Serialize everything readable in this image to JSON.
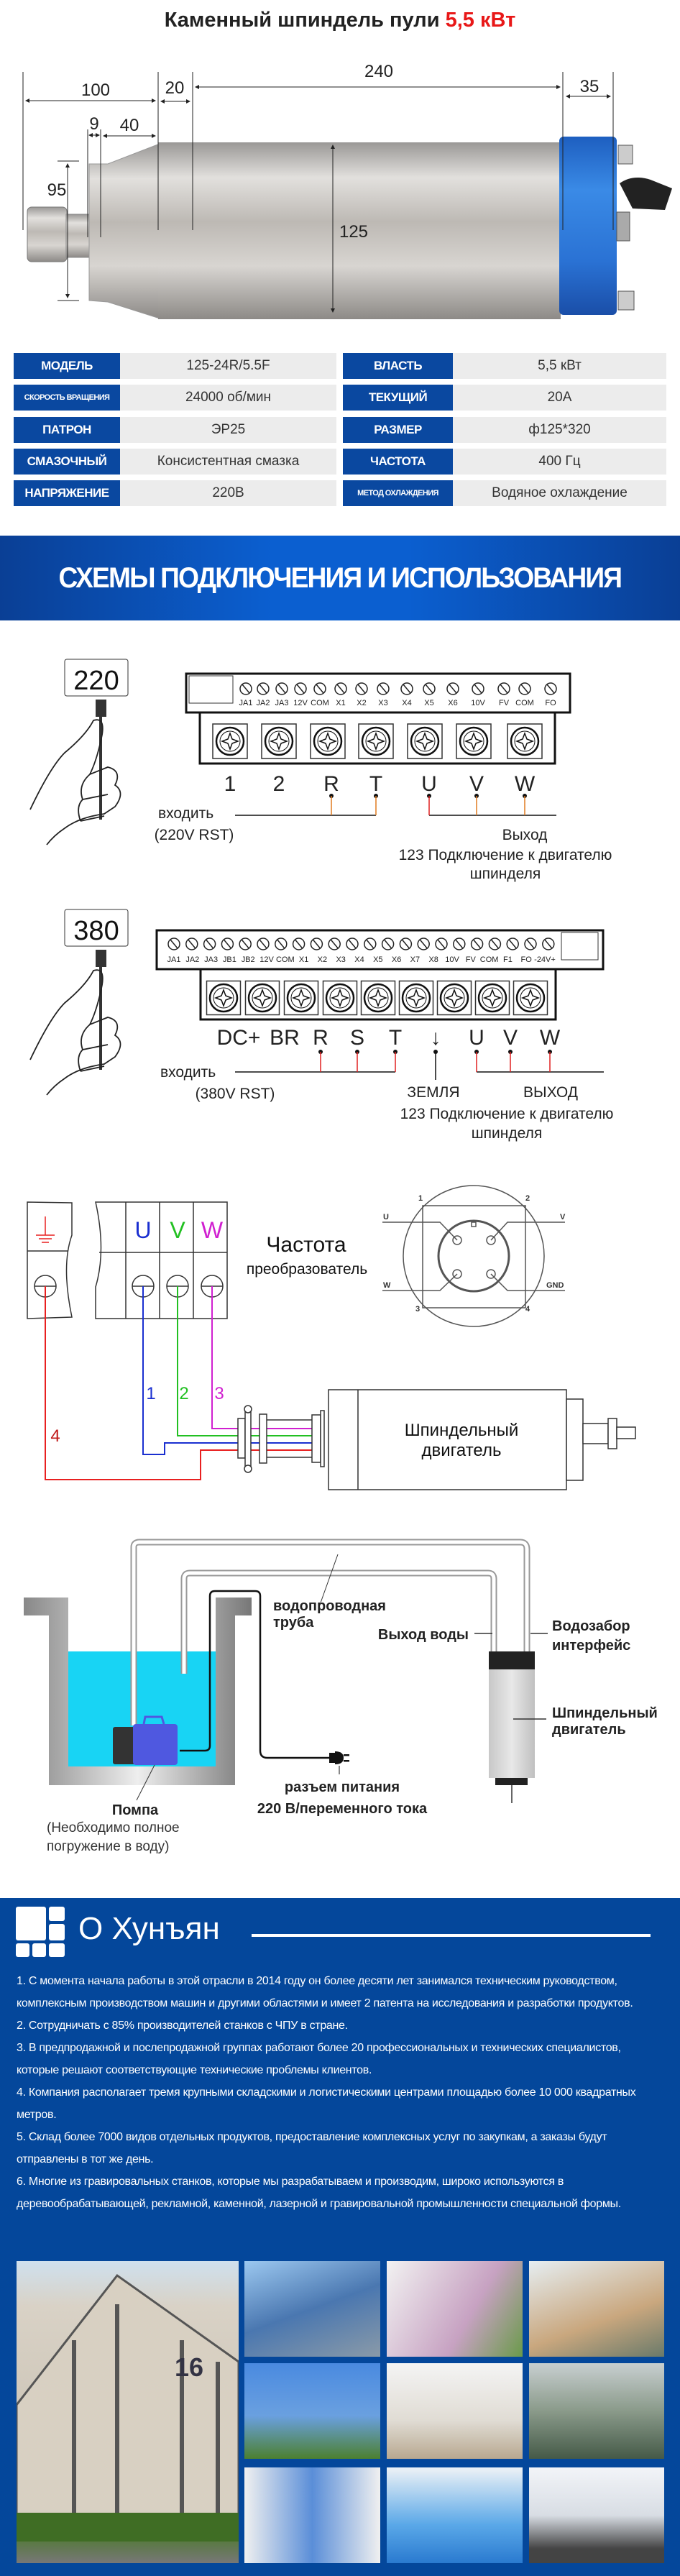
{
  "header": {
    "title_main": "Каменный шпиндель пули",
    "title_power": "5,5 кВт"
  },
  "dimensions": {
    "total_front": "100",
    "flange": "20",
    "body": "240",
    "rear": "35",
    "collet_gap": "9",
    "nose": "40",
    "nose_diameter": "95",
    "body_diameter": "125"
  },
  "specs": [
    {
      "label": "МОДЕЛЬ",
      "value": "125-24R/5.5F",
      "label2": "ВЛАСТЬ",
      "value2": "5,5 кВт"
    },
    {
      "label": "СКОРОСТЬ ВРАЩЕНИЯ",
      "value": "24000 об/мин",
      "label2": "ТЕКУЩИЙ",
      "value2": "20А"
    },
    {
      "label": "ПАТРОН",
      "value": "ЭР25",
      "label2": "РАЗМЕР",
      "value2": "ф125*320"
    },
    {
      "label": "СМАЗОЧНЫЙ",
      "value": "Консистентная смазка",
      "label2": "ЧАСТОТА",
      "value2": "400 Гц"
    },
    {
      "label": "НАПРЯЖЕНИЕ",
      "value": "220В",
      "label2": "МЕТОД ОХЛАЖДЕНИЯ",
      "value2": "Водяное охлаждение"
    }
  ],
  "banner": {
    "text": "СХЕМЫ ПОДКЛЮЧЕНИЯ И ИСПОЛЬЗОВАНИЯ"
  },
  "wiring220": {
    "voltage": "220",
    "small_terminals": [
      "JA1",
      "JA2",
      "JA3",
      "12V",
      "COM",
      "X1",
      "X2",
      "X3",
      "X4",
      "X5",
      "X6",
      "10V",
      "FV",
      "COM",
      "FO"
    ],
    "main_terminals": [
      "1",
      "2",
      "R",
      "T",
      "U",
      "V",
      "W"
    ],
    "input_label": "входить",
    "input_note": "(220V RST)",
    "output_label": "Выход",
    "output_note_1": "123 Подключение к двигателю",
    "output_note_2": "шпинделя"
  },
  "wiring380": {
    "voltage": "380",
    "small_terminals": [
      "JA1",
      "JA2",
      "JA3",
      "JB1",
      "JB2",
      "12V",
      "COM",
      "X1",
      "X2",
      "X3",
      "X4",
      "X5",
      "X6",
      "X7",
      "X8",
      "10V",
      "FV",
      "COM",
      "F1",
      "FO",
      "-24V+"
    ],
    "main_terminals": [
      "DC+",
      "BR",
      "R",
      "S",
      "T",
      "↓",
      "U",
      "V",
      "W"
    ],
    "input_label": "входить",
    "input_note": "(380V RST)",
    "ground_label": "ЗЕМЛЯ",
    "output_label": "ВЫХОД",
    "output_note_1": "123 Подключение к двигателю",
    "output_note_2": "шпинделя"
  },
  "motor_wiring": {
    "phases": [
      "U",
      "V",
      "W"
    ],
    "phase_colors": {
      "U": "#1a2fd0",
      "V": "#22c022",
      "W": "#d020d0",
      "ground": "#e82020"
    },
    "converter_label_1": "Частота",
    "converter_label_2": "преобразователь",
    "wire_numbers": [
      "1",
      "2",
      "3",
      "4"
    ],
    "connector_labels": {
      "U": "U",
      "V": "V",
      "W": "W",
      "GND": "GND",
      "p1": "1",
      "p2": "2",
      "p3": "3",
      "p4": "4"
    },
    "motor_label_1": "Шпиндельный",
    "motor_label_2": "двигатель"
  },
  "cooling": {
    "pipe_label_1": "водопроводная",
    "pipe_label_2": "труба",
    "water_out": "Выход воды",
    "intake_1": "Водозабор",
    "intake_2": "интерфейс",
    "spindle_1": "Шпиндельный",
    "spindle_2": "двигатель",
    "power_1": "разъем питания",
    "power_2": "220 В/переменного тока",
    "pump": "Помпа",
    "pump_note_1": "(Необходимо полное",
    "pump_note_2": "погружение в воду)",
    "water_color": "#18d4f4"
  },
  "about": {
    "title": "О Хунъян",
    "paragraphs": [
      "1. С момента начала работы в этой отрасли в 2014 году он более десяти лет занимался техническим руководством, комплексным производством машин и другими областями и имеет 2 патента на исследования и разработки продуктов.",
      "2. Сотрудничать с 85% производителей станков с ЧПУ в стране.",
      "3. В предпродажной и послепродажной группах работают более 20 профессиональных и технических специалистов, которые решают соответствующие технические проблемы клиентов.",
      "4. Компания располагает тремя крупными складскими и логистическими центрами площадью более 10 000 квадратных метров.",
      "5. Склад более 7000 видов отдельных продуктов, предоставление комплексных услуг по закупкам, а заказы будут отправлены в тот же день.",
      "6. Многие из гравировальных станков, которые мы разрабатываем и производим, широко используются в деревообрабатывающей, рекламной, каменной, лазерной и гравировальной промышленности специальной формы."
    ],
    "building_number": "16",
    "background": "#04479b"
  },
  "colors": {
    "brand_blue": "#0a48a0",
    "accent_red": "#e81818"
  }
}
